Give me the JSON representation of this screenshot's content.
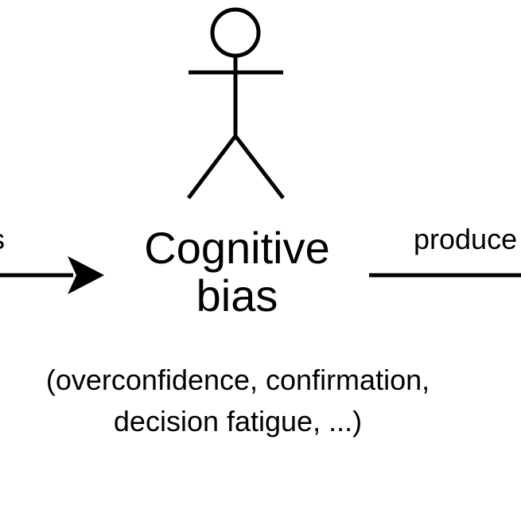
{
  "actor": {
    "title_line1": "Cognitive",
    "title_line2": "bias",
    "detail_line1": "(overconfidence, confirmation,",
    "detail_line2": "decision fatigue, ...)"
  },
  "edges": {
    "incoming_label_fragment": "s",
    "outgoing_label_fragment": "produce"
  },
  "colors": {
    "stroke": "#000000",
    "background": "#ffffff"
  },
  "icons": {
    "actor": "stick-figure-icon",
    "incoming": "arrow-right-icon"
  }
}
